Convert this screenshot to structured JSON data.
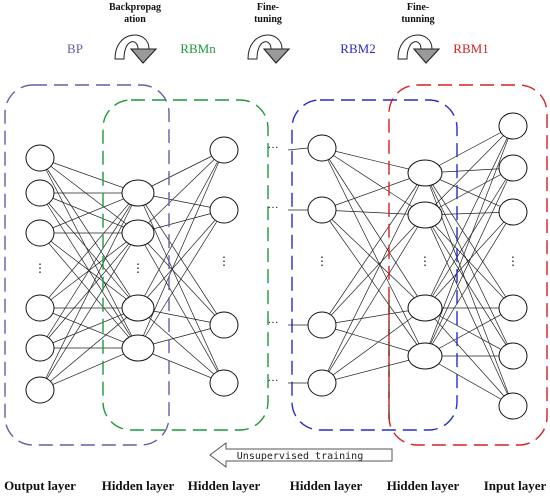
{
  "stage_labels": {
    "bp": "BP",
    "rbmn": "RBMn",
    "rbm2": "RBM2",
    "rbm1": "RBM1"
  },
  "arrow_captions": {
    "backpropagation_line1": "Backpropag",
    "backpropagation_line2": "ation",
    "finetuning_line1": "Fine-",
    "finetuning_line2": "tuning",
    "finetunning_line1": "Fine-",
    "finetunning_line2": "tunning"
  },
  "layer_labels": [
    "Output layer",
    "Hidden layer",
    "Hidden layer",
    "Hidden layer",
    "Hidden layer",
    "Input layer"
  ],
  "training_arrow_label": "Unsupervised training",
  "colors": {
    "bp": "#6a5aa8",
    "rbmn": "#1c9a3a",
    "rbm2": "#2a2acc",
    "rbm1": "#d42020",
    "rbm_overlap": "#6b3a1e",
    "neuron_stroke": "#111111",
    "edge": "#222222",
    "arrow_gray": "#9a9a9a"
  },
  "icons": [
    "curved-arrow-icon",
    "hollow-left-arrow-icon"
  ]
}
